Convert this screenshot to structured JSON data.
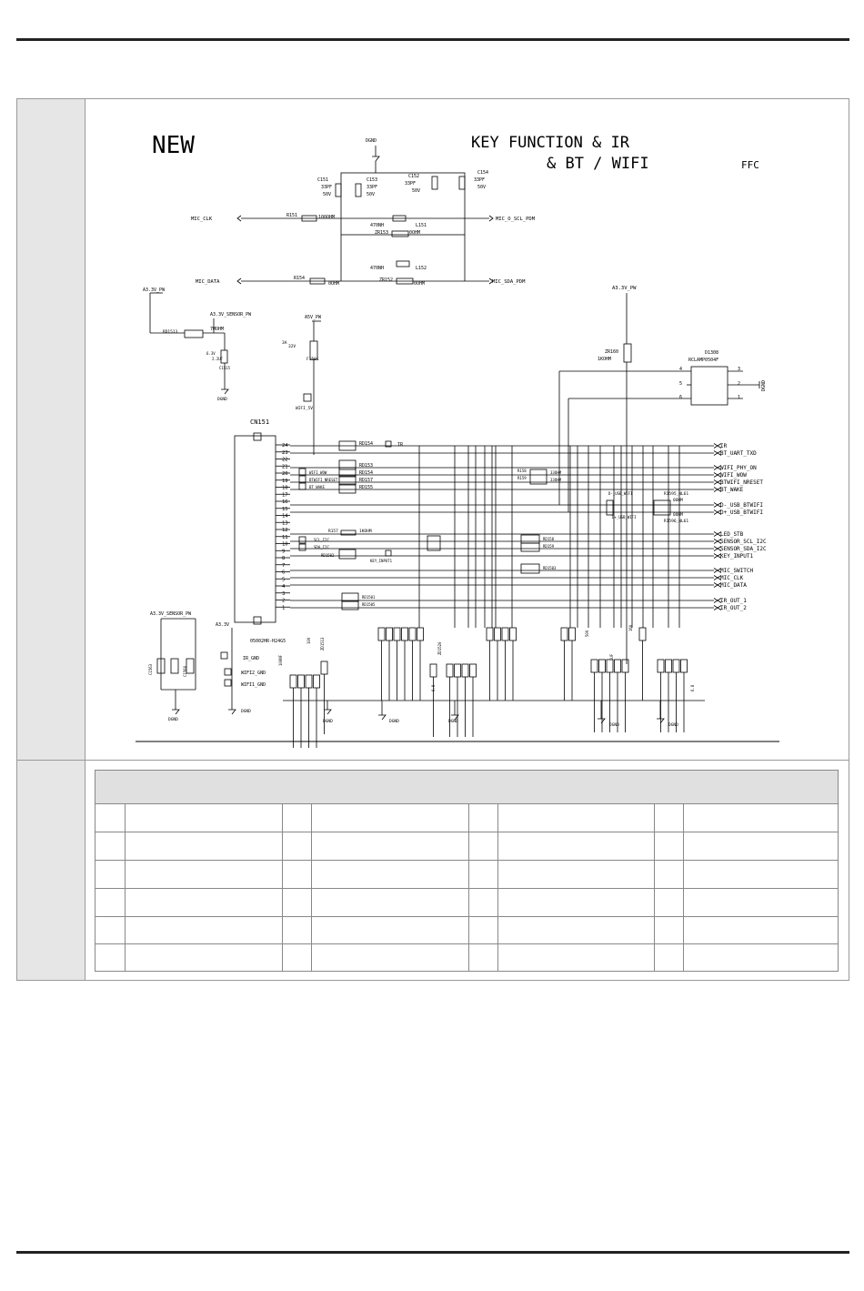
{
  "header": {
    "tag": "NEW",
    "title_line1": "KEY FUNCTION & IR",
    "title_line2": "& BT / WIFI",
    "ffc": "FFC"
  },
  "power": {
    "dgnd": "DGND",
    "a33v_pw": "A3.3V_PW",
    "a33v_sensor_pw": "A3.3V_SENSOR_PW",
    "a5v_pw": "A5V_PW",
    "a33v": "A3.3V",
    "wifi_5v": "WIFI_5V"
  },
  "mic_section": {
    "caps": [
      {
        "ref": "C151",
        "val": "33PF",
        "volt": "50V"
      },
      {
        "ref": "C153",
        "val": "33PF",
        "volt": "50V"
      },
      {
        "ref": "C152",
        "val": "33PF",
        "volt": "50V"
      },
      {
        "ref": "C154",
        "val": "33PF",
        "volt": "50V"
      }
    ],
    "mic_clk": "MIC_CLK",
    "mic_data": "MIC_DATA",
    "mic_o_scl": "MIC_O_SCL_PDM",
    "mic_sda": "MIC_SDA_PDM",
    "r151": "R151",
    "r151_val": "100OHM",
    "r154": "R154",
    "r154_val": "0OHM",
    "zr153": "ZR153",
    "zr153_val": "0OHM",
    "zr152": "ZR152",
    "zr152_val": "0OHM",
    "l151": "L151",
    "l151_val": "470NH",
    "l152": "L152",
    "l152_val": "470NH"
  },
  "parts": {
    "rd1513": "RD1513",
    "rd1513_val": "7MOHM",
    "c1515": "C1515",
    "c1515_val": "6.3V",
    "c1515_val2": "2.2UF",
    "f1501": "F1501",
    "f1501_val": "3A",
    "f1501_val2": "32V",
    "zr160": "ZR160",
    "zr160_val": "1KOHM",
    "d1308": "D1308",
    "d1308_part": "RCLAMP0504F",
    "cn151": "CN151",
    "cn151_part": "05002HR-H24G5",
    "c1563": "C1563",
    "c1560": "C1560",
    "pins_left": [
      "4",
      "5",
      "6"
    ],
    "pins_right": [
      "3",
      "2",
      "1"
    ],
    "cn_pins": [
      "24",
      "23",
      "22",
      "21",
      "20",
      "19",
      "18",
      "17",
      "16",
      "15",
      "14",
      "13",
      "12",
      "11",
      "10",
      "9",
      "8",
      "7",
      "6",
      "5",
      "4",
      "3",
      "2",
      "1"
    ],
    "rd154": "RD154",
    "rd153": "RD153",
    "rd154b": "RD154",
    "rd157": "RD157",
    "rd155": "RD155",
    "r158": "R158",
    "r159": "R159",
    "r158_val": "33OHM",
    "r159_val": "33OHM",
    "r157": "R157",
    "r157_val": "1KOHM",
    "r1595": "R1595_NL61",
    "r1596": "R1596_NL61",
    "r1595_val": "0OHM",
    "r1596_val": "0OHM",
    "d_usb": "D-_USB_WIFI",
    "d_usb2": "D+_USB_WIFI",
    "key_input": "KEY_INPUT1",
    "rd1502": "RD1502",
    "rd158": "RD158",
    "rd159": "RD159",
    "rd1503": "RD1503",
    "rd1501": "RD1501",
    "rd1505": "RD1505",
    "zd1513": "ZD1513",
    "zd1520": "ZD1520",
    "ir_gnd": "IR_GND",
    "wifi2_gnd": "WIFI2_GND",
    "wifi1_gnd": "WIFI1_GND",
    "wifi_wow_in": "WIFI_WOW",
    "btwifi_in": "BTWIFI_NRESET",
    "bt_wake_in": "BT_WAKE",
    "sensor_scl_in": "SCL_I2C",
    "sensor_sda_in": "SDA_I2C",
    "ir_in": "IR",
    "val_68": "6.8",
    "val_100nf": "100NF",
    "val_10v": "10V",
    "val_50v": "50V",
    "val_16v": "16V",
    "val_1uf": "1UF"
  },
  "signals": {
    "right": [
      "IR",
      "BT_UART_TXD",
      "WIFI_PHY_ON",
      "WIFI_WOW",
      "BTWIFI_NRESET",
      "BT_WAKE",
      "D-_USB_BTWIFI",
      "D+_USB_BTWIFI",
      "LED_STB",
      "SENSOR_SCL_I2C",
      "SENSOR_SDA_I2C",
      "KEY_INPUT1",
      "MIC_SWITCH",
      "MIC_CLK",
      "MIC_DATA",
      "IR_OUT_1",
      "IR_OUT_2"
    ]
  }
}
